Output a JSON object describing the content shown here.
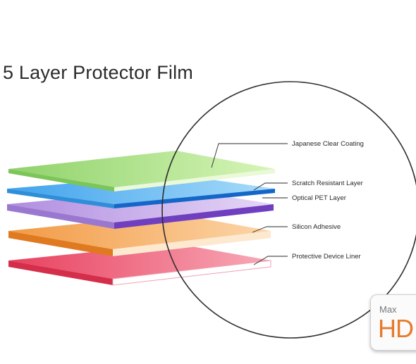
{
  "title": "5 Layer Protector Film",
  "layers": [
    {
      "label": "Japanese Clear Coating",
      "color": "#a8e07c"
    },
    {
      "label": "Scratch Resistant Layer",
      "color": "#1466c8"
    },
    {
      "label": "Optical PET Layer",
      "color": "#44a6ee"
    },
    {
      "label": "Silicon Adhesive",
      "color": "#b492e0"
    },
    {
      "label": "Protective Device Liner",
      "color": "#f0902c"
    }
  ],
  "bottom_layer_color": "#e8405e",
  "badge": {
    "top": "Max",
    "bottom": "HD"
  }
}
